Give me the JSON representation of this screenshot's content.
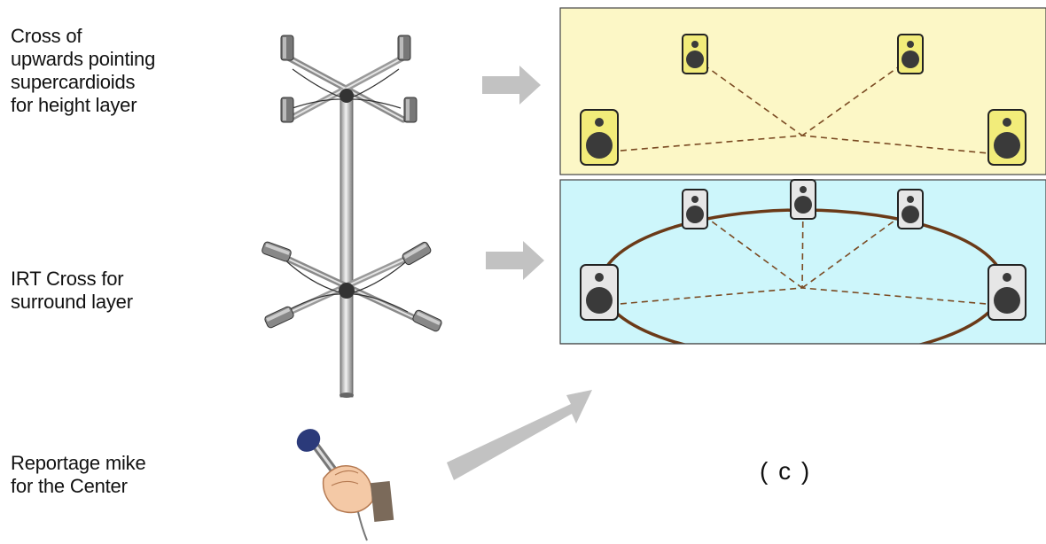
{
  "labels": {
    "height_layer": [
      "Cross of",
      "upwards pointing",
      "supercardioids",
      "for height layer"
    ],
    "surround_layer": [
      "IRT Cross for",
      "surround layer"
    ],
    "center": [
      "Reportage mike",
      "for the Center"
    ]
  },
  "figure_label": "( c )",
  "colors": {
    "height_panel": "#fcf7c6",
    "surround_panel": "#cdf6fb",
    "arrow": "#c2c2c2",
    "circle": "#6b3a18",
    "dashes": "#7a4a22",
    "speaker_height": "#f2ec7a",
    "speaker_surround": "#e6e6e6"
  },
  "icons": {
    "height_mic_array": "mic-cross-upward-icon",
    "surround_mic_array": "mic-cross-irt-icon",
    "center_mic": "handheld-microphone-icon",
    "speaker": "loudspeaker-icon"
  }
}
